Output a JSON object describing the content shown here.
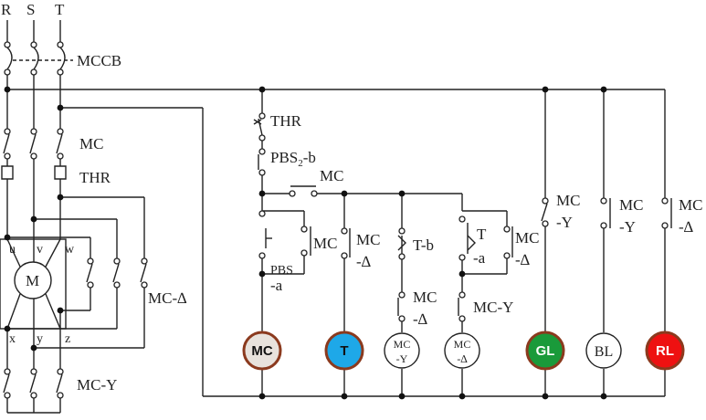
{
  "phases": [
    "R",
    "S",
    "T"
  ],
  "breaker": "MCCB",
  "power_circuit": {
    "main_contactor": "MC",
    "overload_relay": "THR",
    "motor": "M",
    "terminals_top": [
      "u",
      "v",
      "w"
    ],
    "terminals_bottom": [
      "x",
      "y",
      "z"
    ],
    "delta_contactor": "MC-∆",
    "star_contactor": "MC-Y"
  },
  "control_circuit": {
    "thr_contact": "THR",
    "stop_button_main": "PBS",
    "stop_button_sub": "2",
    "stop_button_suffix": "-b",
    "hold_contact": "MC",
    "start_button": "PBS",
    "start_button_suffix": "-a",
    "mc_aux_contact": "MC",
    "mc_delta_nc_line1": "MC",
    "mc_delta_nc_line2": "-∆",
    "timer_nc": "T-b",
    "mc_delta_nc2_line1": "MC",
    "mc_delta_nc2_line2": "-∆",
    "timer_no_line1": "T",
    "timer_no_line2": "-a",
    "mc_y_nc_line1": "MC",
    "mc_y_nc_line2": "-∆",
    "mc_y_contact": "MC-Y",
    "gl_contact_line1": "MC",
    "gl_contact_line2": "-Y",
    "bl_contact_line1": "MC",
    "bl_contact_line2": "-Y",
    "rl_contact_line1": "MC",
    "rl_contact_line2": "-∆"
  },
  "coils": [
    {
      "label": "MC",
      "fill": "#e8e2dc",
      "ring": "#8b3a1e",
      "kind": "bold"
    },
    {
      "label": "T",
      "fill": "#1ea8e8",
      "ring": "#8b3a1e",
      "kind": "bold"
    },
    {
      "label_line1": "MC",
      "label_line2": "-Y",
      "fill": "#ffffff",
      "ring": "#222222",
      "kind": "serif"
    },
    {
      "label_line1": "MC",
      "label_line2": "-∆",
      "fill": "#ffffff",
      "ring": "#222222",
      "kind": "serif"
    },
    {
      "label": "GL",
      "fill": "#1a9a3a",
      "ring": "#8b3a1e",
      "kind": "bold-white"
    },
    {
      "label": "BL",
      "fill": "#ffffff",
      "ring": "#222222",
      "kind": "serif-large"
    },
    {
      "label": "RL",
      "fill": "#ee1111",
      "ring": "#8b3a1e",
      "kind": "bold-white"
    }
  ]
}
